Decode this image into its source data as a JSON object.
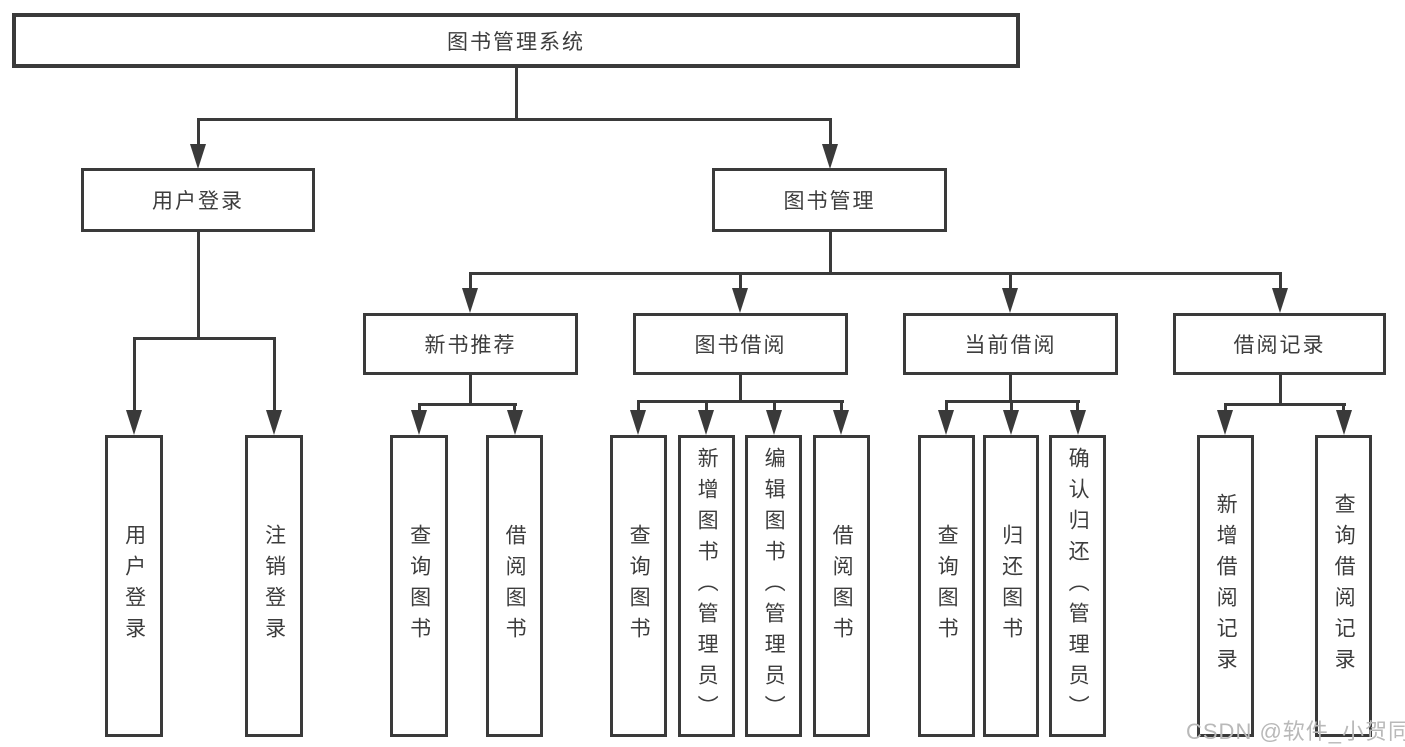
{
  "diagram": {
    "root": {
      "label": "图书管理系统"
    },
    "level2": [
      {
        "label": "用户登录"
      },
      {
        "label": "图书管理"
      }
    ],
    "level3": [
      {
        "label": "新书推荐"
      },
      {
        "label": "图书借阅"
      },
      {
        "label": "当前借阅"
      },
      {
        "label": "借阅记录"
      }
    ],
    "leaves": {
      "user_login": [
        "用户登录",
        "注销登录"
      ],
      "new_books": [
        "查询图书",
        "借阅图书"
      ],
      "book_borrow": [
        "查询图书",
        "新增图书（管理员）",
        "编辑图书（管理员）",
        "借阅图书"
      ],
      "current_borrow": [
        "查询图书",
        "归还图书",
        "确认归还（管理员）"
      ],
      "borrow_records": [
        "新增借阅记录",
        "查询借阅记录"
      ]
    }
  },
  "watermark": {
    "text": "CSDN @软件_小贺同学"
  },
  "colors": {
    "line": "#3a3a3a",
    "text": "#3d3d3d",
    "watermark": "#b9b9b9",
    "background": "#ffffff"
  }
}
